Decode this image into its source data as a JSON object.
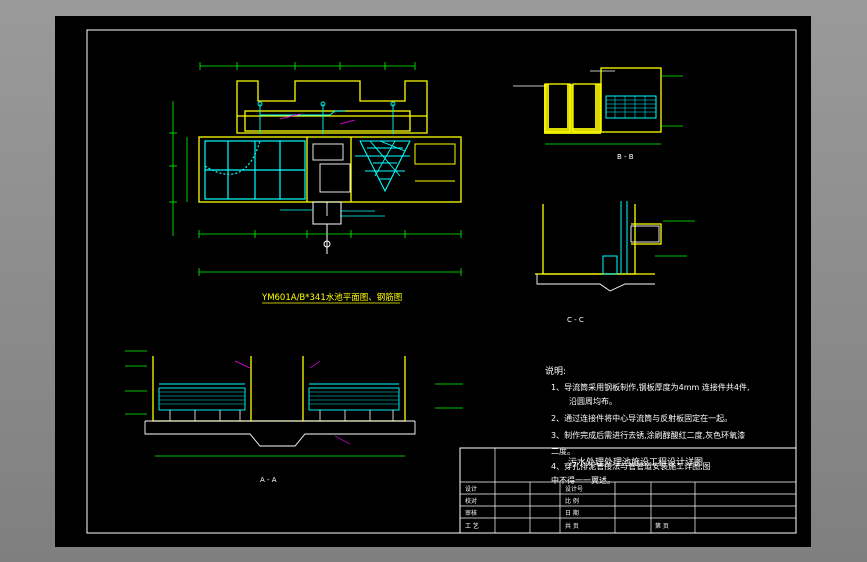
{
  "drawing": {
    "plan_title": "YM601A/B*341水池平面图、钢筋图",
    "section_bb": "B - B",
    "section_cc": "C - C",
    "section_aa": "A - A",
    "notes_heading": "说明:",
    "notes": [
      "1、导流筒采用钢板制作,钢板厚度为4mm 连接件共4件,",
      "沿圆周均布。",
      "2、通过连接件将中心导流筒与反射板固定在一起。",
      "3、制作完成后需进行去锈,涂刷醇酸红二度,灰色环氧漆",
      "二度。",
      "4、穿孔排泥管接法与管管道安装施工详图,图",
      "中不得一一翼述。"
    ],
    "title_block": {
      "project_title": "污水处理处理池施设工程设计详图",
      "rows": [
        [
          "设计",
          "",
          "设计号",
          ""
        ],
        [
          "校对",
          "",
          "比 例",
          ""
        ],
        [
          "审核",
          "",
          "日 期",
          ""
        ],
        [
          "工 艺",
          "",
          "共 页",
          "第 页"
        ]
      ]
    }
  },
  "colors": {
    "outline": "#ffff00",
    "structure": "#ffffff",
    "equipment": "#00ffff",
    "dimension": "#00ff00",
    "annotation": "#ff00ff",
    "hatch": "#ffff00"
  }
}
